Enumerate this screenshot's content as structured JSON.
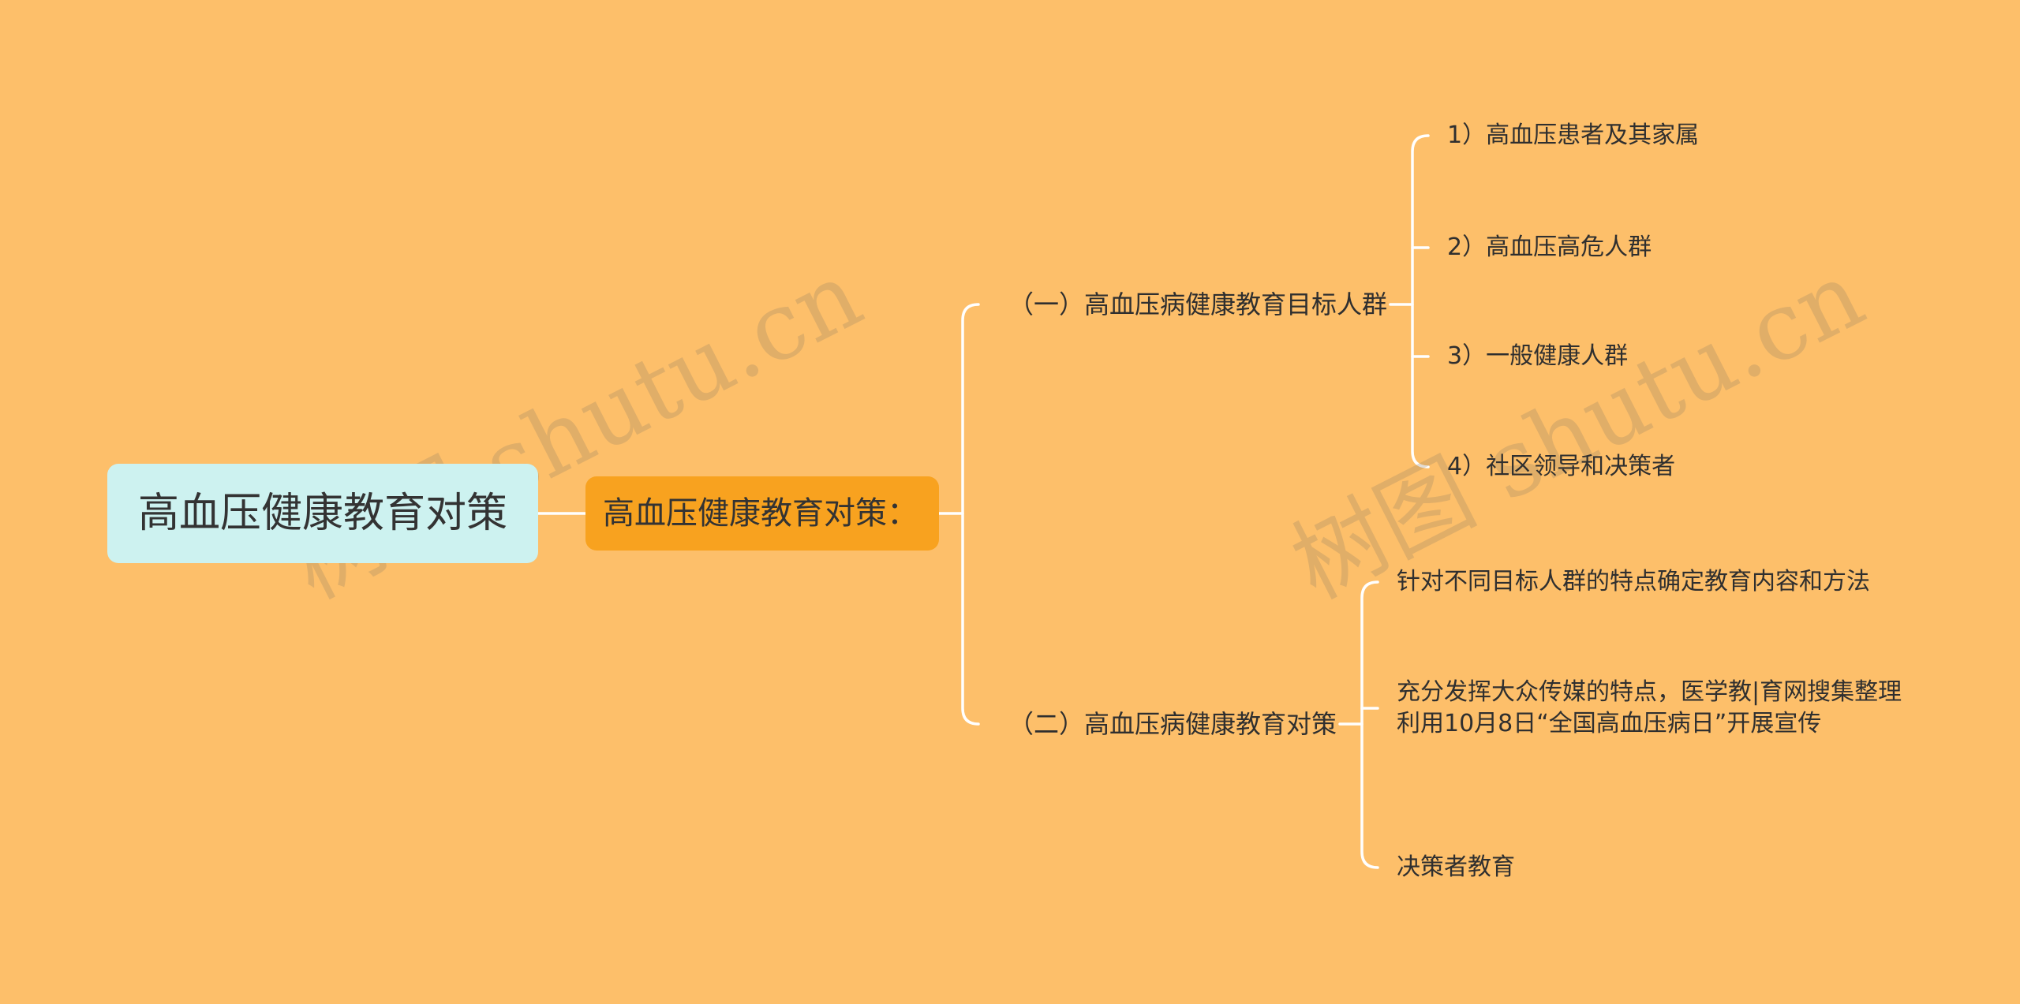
{
  "root": {
    "label": "高血压健康教育对策"
  },
  "main": {
    "label": "高血压健康教育对策："
  },
  "branches": [
    {
      "label": "（一）高血压病健康教育目标人群",
      "children": [
        "1）高血压患者及其家属",
        "2）高血压高危人群",
        "3）一般健康人群",
        "4）社区领导和决策者"
      ]
    },
    {
      "label": "（二）高血压病健康教育对策",
      "children": [
        "针对不同目标人群的特点确定教育内容和方法",
        "充分发挥大众传媒的特点，医学教|育网搜集整理利用10月8日“全国高血压病日”开展宣传",
        "决策者教育"
      ]
    }
  ],
  "watermark": "树图 shutu.cn",
  "colors": {
    "background": "#FDBF6A",
    "root_fill": "#CDF2F0",
    "main_fill": "#F8A21F",
    "connector": "#FFFFFF"
  }
}
